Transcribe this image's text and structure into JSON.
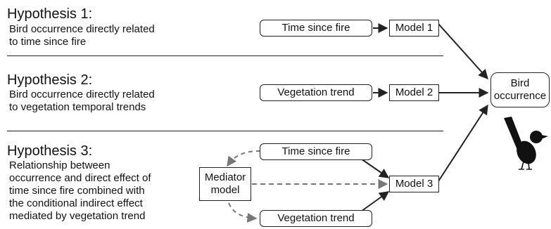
{
  "hypotheses": [
    {
      "title": "Hypothesis 1:",
      "desc": [
        "Bird occurrence directly related",
        "to time since fire"
      ],
      "predictor": "Time since fire",
      "model": "Model 1"
    },
    {
      "title": "Hypothesis 2:",
      "desc": [
        "Bird occurrence directly related",
        "to vegetation temporal trends"
      ],
      "predictor": "Vegetation trend",
      "model": "Model 2"
    },
    {
      "title": "Hypothesis 3:",
      "desc": [
        "Relationship between",
        "occurrence and direct effect of",
        "time since fire combined with",
        "the conditional indirect effect",
        "mediated by vegetation trend"
      ],
      "predictor_top": "Time since fire",
      "predictor_bottom": "Vegetation trend",
      "mediator": [
        "Mediator",
        "model"
      ],
      "model": "Model 3"
    }
  ],
  "outcome": [
    "Bird",
    "occurrence"
  ],
  "icons": {
    "bird": "bird-silhouette-icon"
  },
  "colors": {
    "line": "#222222",
    "dashed": "#777777",
    "bird": "#111111"
  }
}
